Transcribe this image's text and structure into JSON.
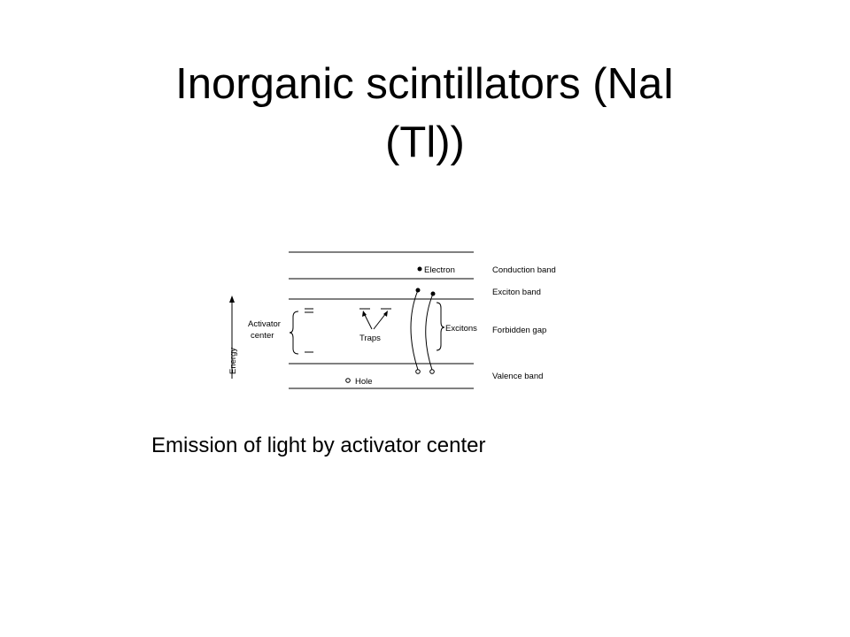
{
  "slide": {
    "title_line1": "Inorganic scintillators (NaI",
    "title_line2": "(Tl))",
    "caption": "Emission of light by activator center"
  },
  "diagram": {
    "labels": {
      "electron": "Electron",
      "hole": "Hole",
      "traps": "Traps",
      "excitons": "Excitons",
      "activator_line1": "Activator",
      "activator_line2": "center",
      "energy": "Energy"
    },
    "bands": {
      "conduction": "Conduction band",
      "exciton": "Exciton band",
      "forbidden": "Forbidden gap",
      "valence": "Valence band"
    }
  }
}
